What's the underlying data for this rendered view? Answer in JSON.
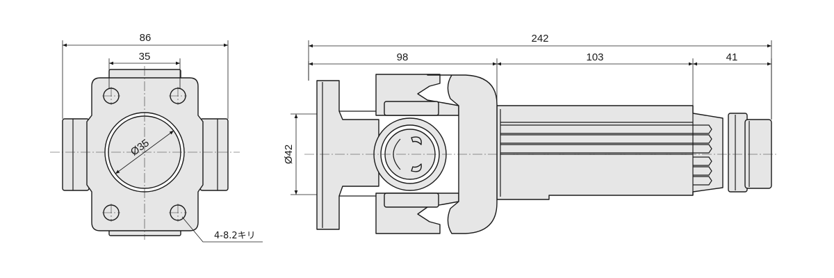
{
  "front_view": {
    "overall_width": "86",
    "hole_pitch": "35",
    "bore_diameter": "Ø35",
    "hole_note": "4-8.2キリ"
  },
  "side_view": {
    "overall_length": "242",
    "yoke_length": "98",
    "spline_length": "103",
    "stub_length": "41",
    "flange_diameter": "Ø42"
  }
}
